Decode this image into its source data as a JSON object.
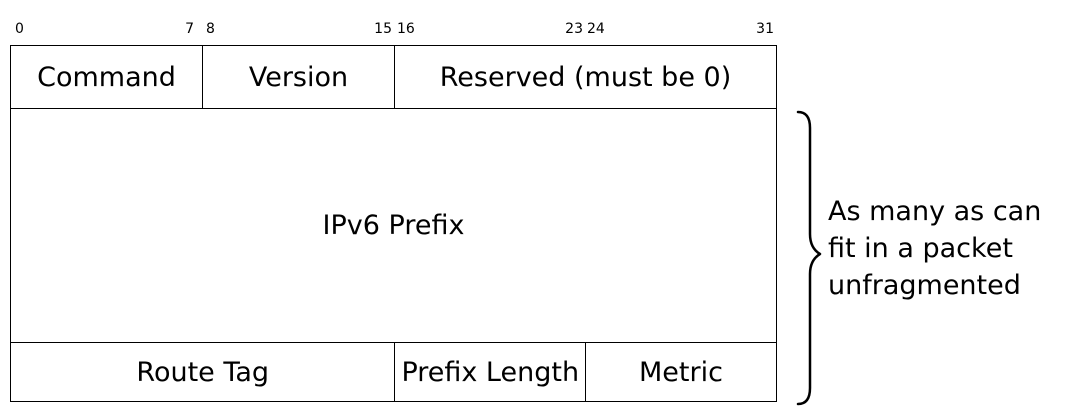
{
  "bit_labels": [
    "0",
    "7",
    "8",
    "15",
    "16",
    "23",
    "24",
    "31"
  ],
  "row1": {
    "command": "Command",
    "version": "Version",
    "reserved": "Reserved (must be 0)"
  },
  "row2": {
    "prefix": "IPv6 Prefix"
  },
  "row3": {
    "route_tag": "Route Tag",
    "prefix_length": "Prefix Length",
    "metric": "Metric"
  },
  "annotation": {
    "line1": "As many as can",
    "line2": "fit in a packet",
    "line3": "unfragmented"
  }
}
